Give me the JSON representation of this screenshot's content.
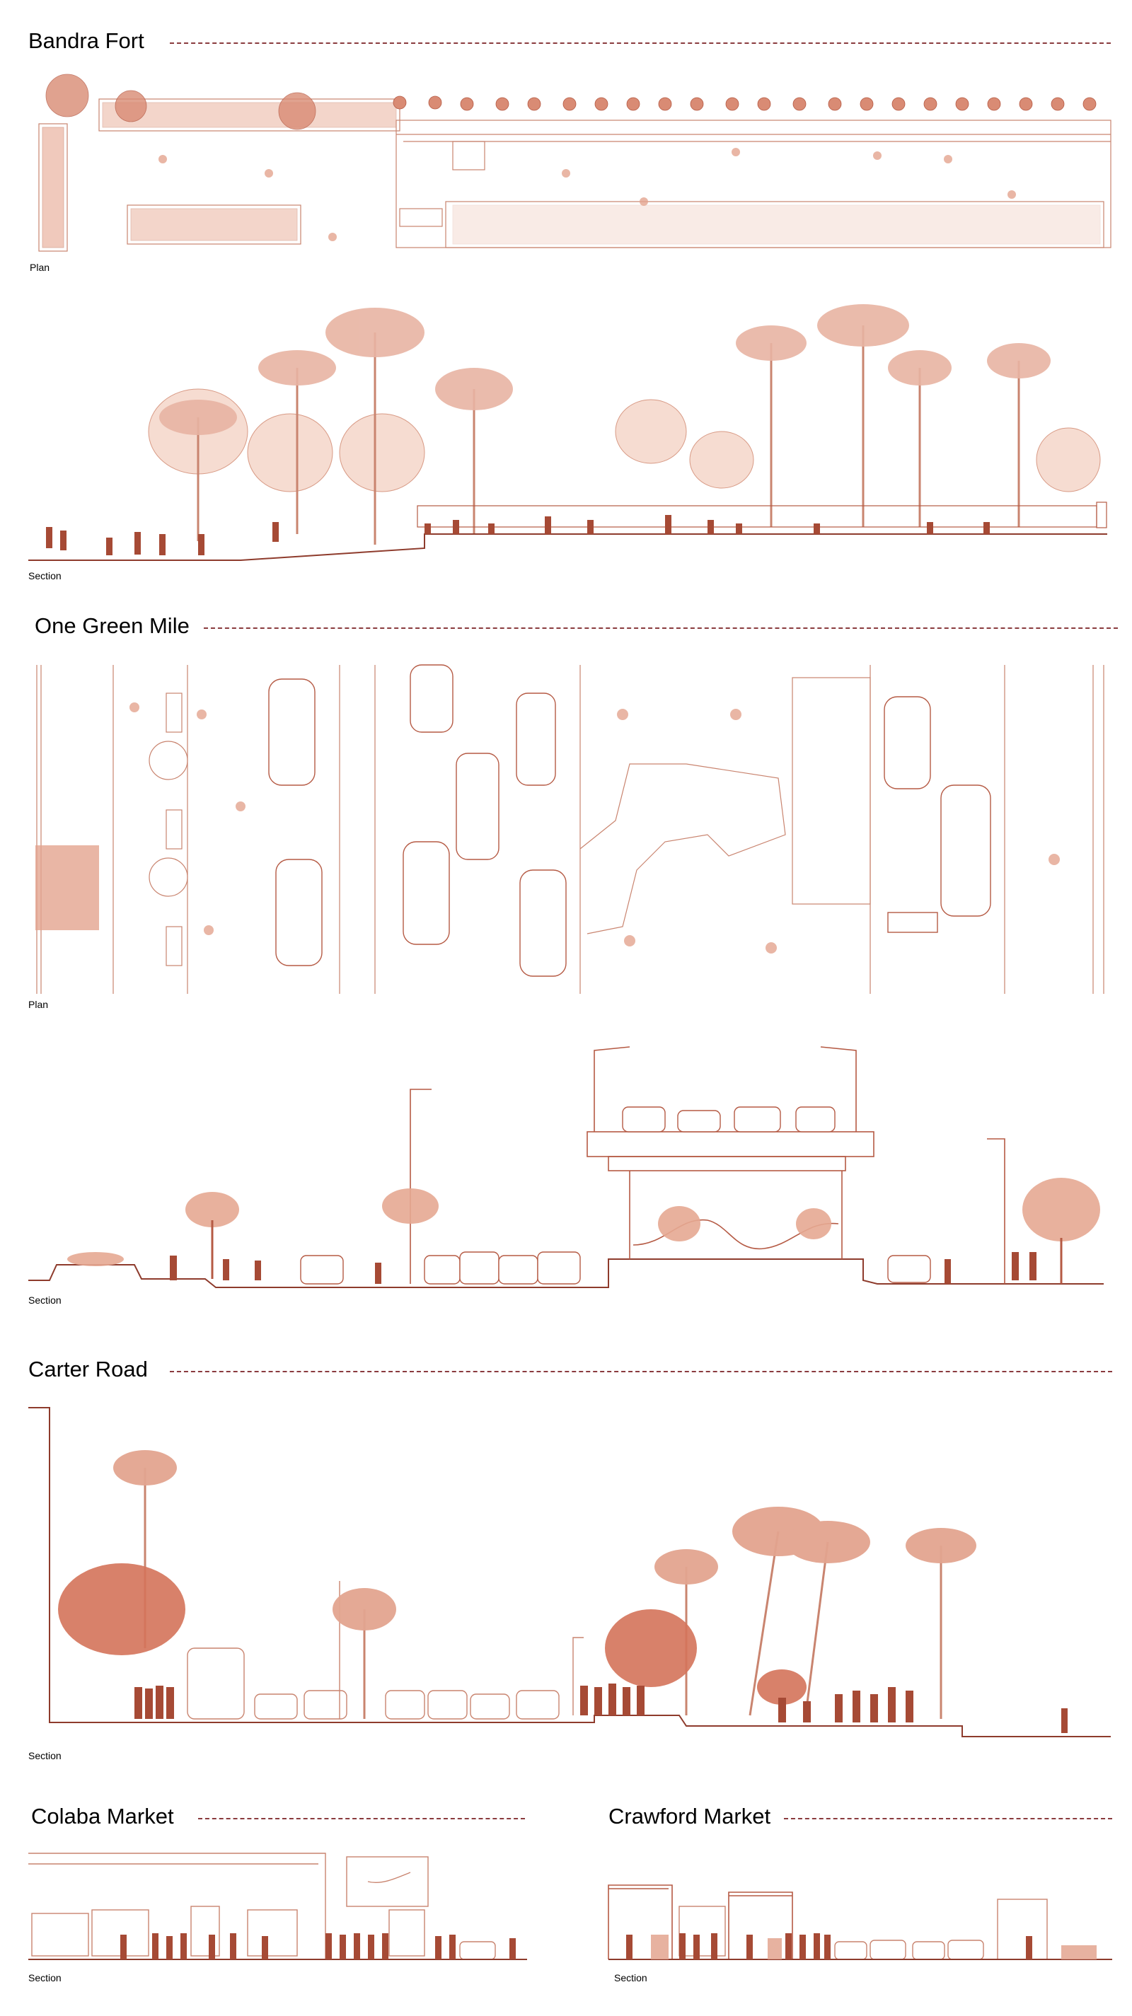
{
  "sections": {
    "bandra_fort": {
      "title": "Bandra Fort",
      "plan_label": "Plan",
      "section_label": "Section"
    },
    "one_green_mile": {
      "title": "One Green Mile",
      "plan_label": "Plan",
      "section_label": "Section"
    },
    "carter_road": {
      "title": "Carter Road",
      "section_label": "Section"
    },
    "colaba_market": {
      "title": "Colaba Market",
      "section_label": "Section"
    },
    "crawford_market": {
      "title": "Crawford Market",
      "section_label": "Section"
    }
  },
  "colors": {
    "line": "#c9846f",
    "fill_light": "#eab3a0",
    "figure": "#a64a35",
    "ground": "#8e3b2c",
    "dash": "#8a3b3e"
  }
}
